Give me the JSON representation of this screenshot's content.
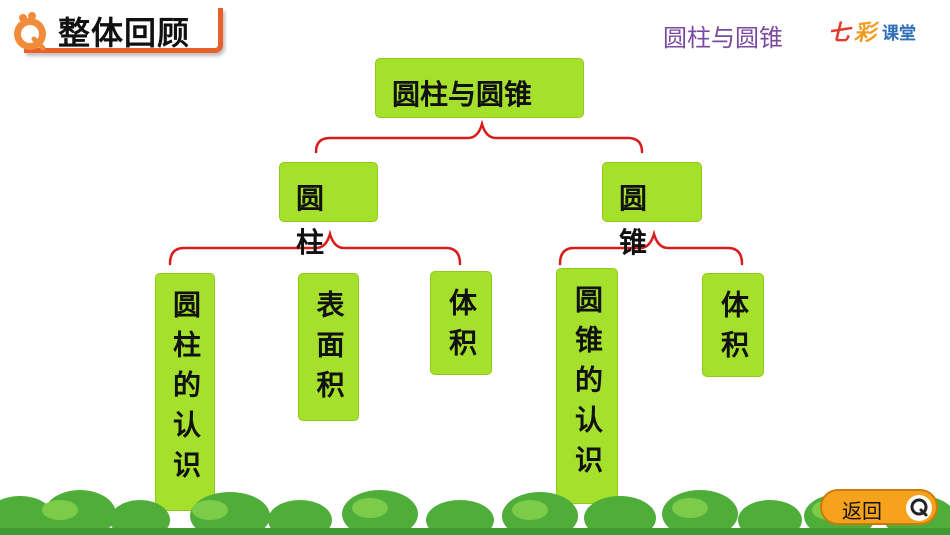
{
  "header": {
    "title": "整体回顾",
    "subject": "圆柱与圆锥",
    "brand_text": "七彩课堂",
    "logo_icon": "q-logo-icon"
  },
  "tree": {
    "root": "圆柱与圆锥",
    "left": "圆柱",
    "right": "圆锥",
    "left_children": [
      "圆柱的认识",
      "表面积",
      "体积"
    ],
    "right_children": [
      "圆锥的认识",
      "体积"
    ]
  },
  "footer": {
    "back_label": "返回",
    "back_icon": "q-logo-icon"
  },
  "colors": {
    "box": "#a4e02c",
    "brace": "#d91c1c",
    "accent": "#e8612c",
    "subject": "#7a4a9e",
    "button": "#f6a21c"
  }
}
